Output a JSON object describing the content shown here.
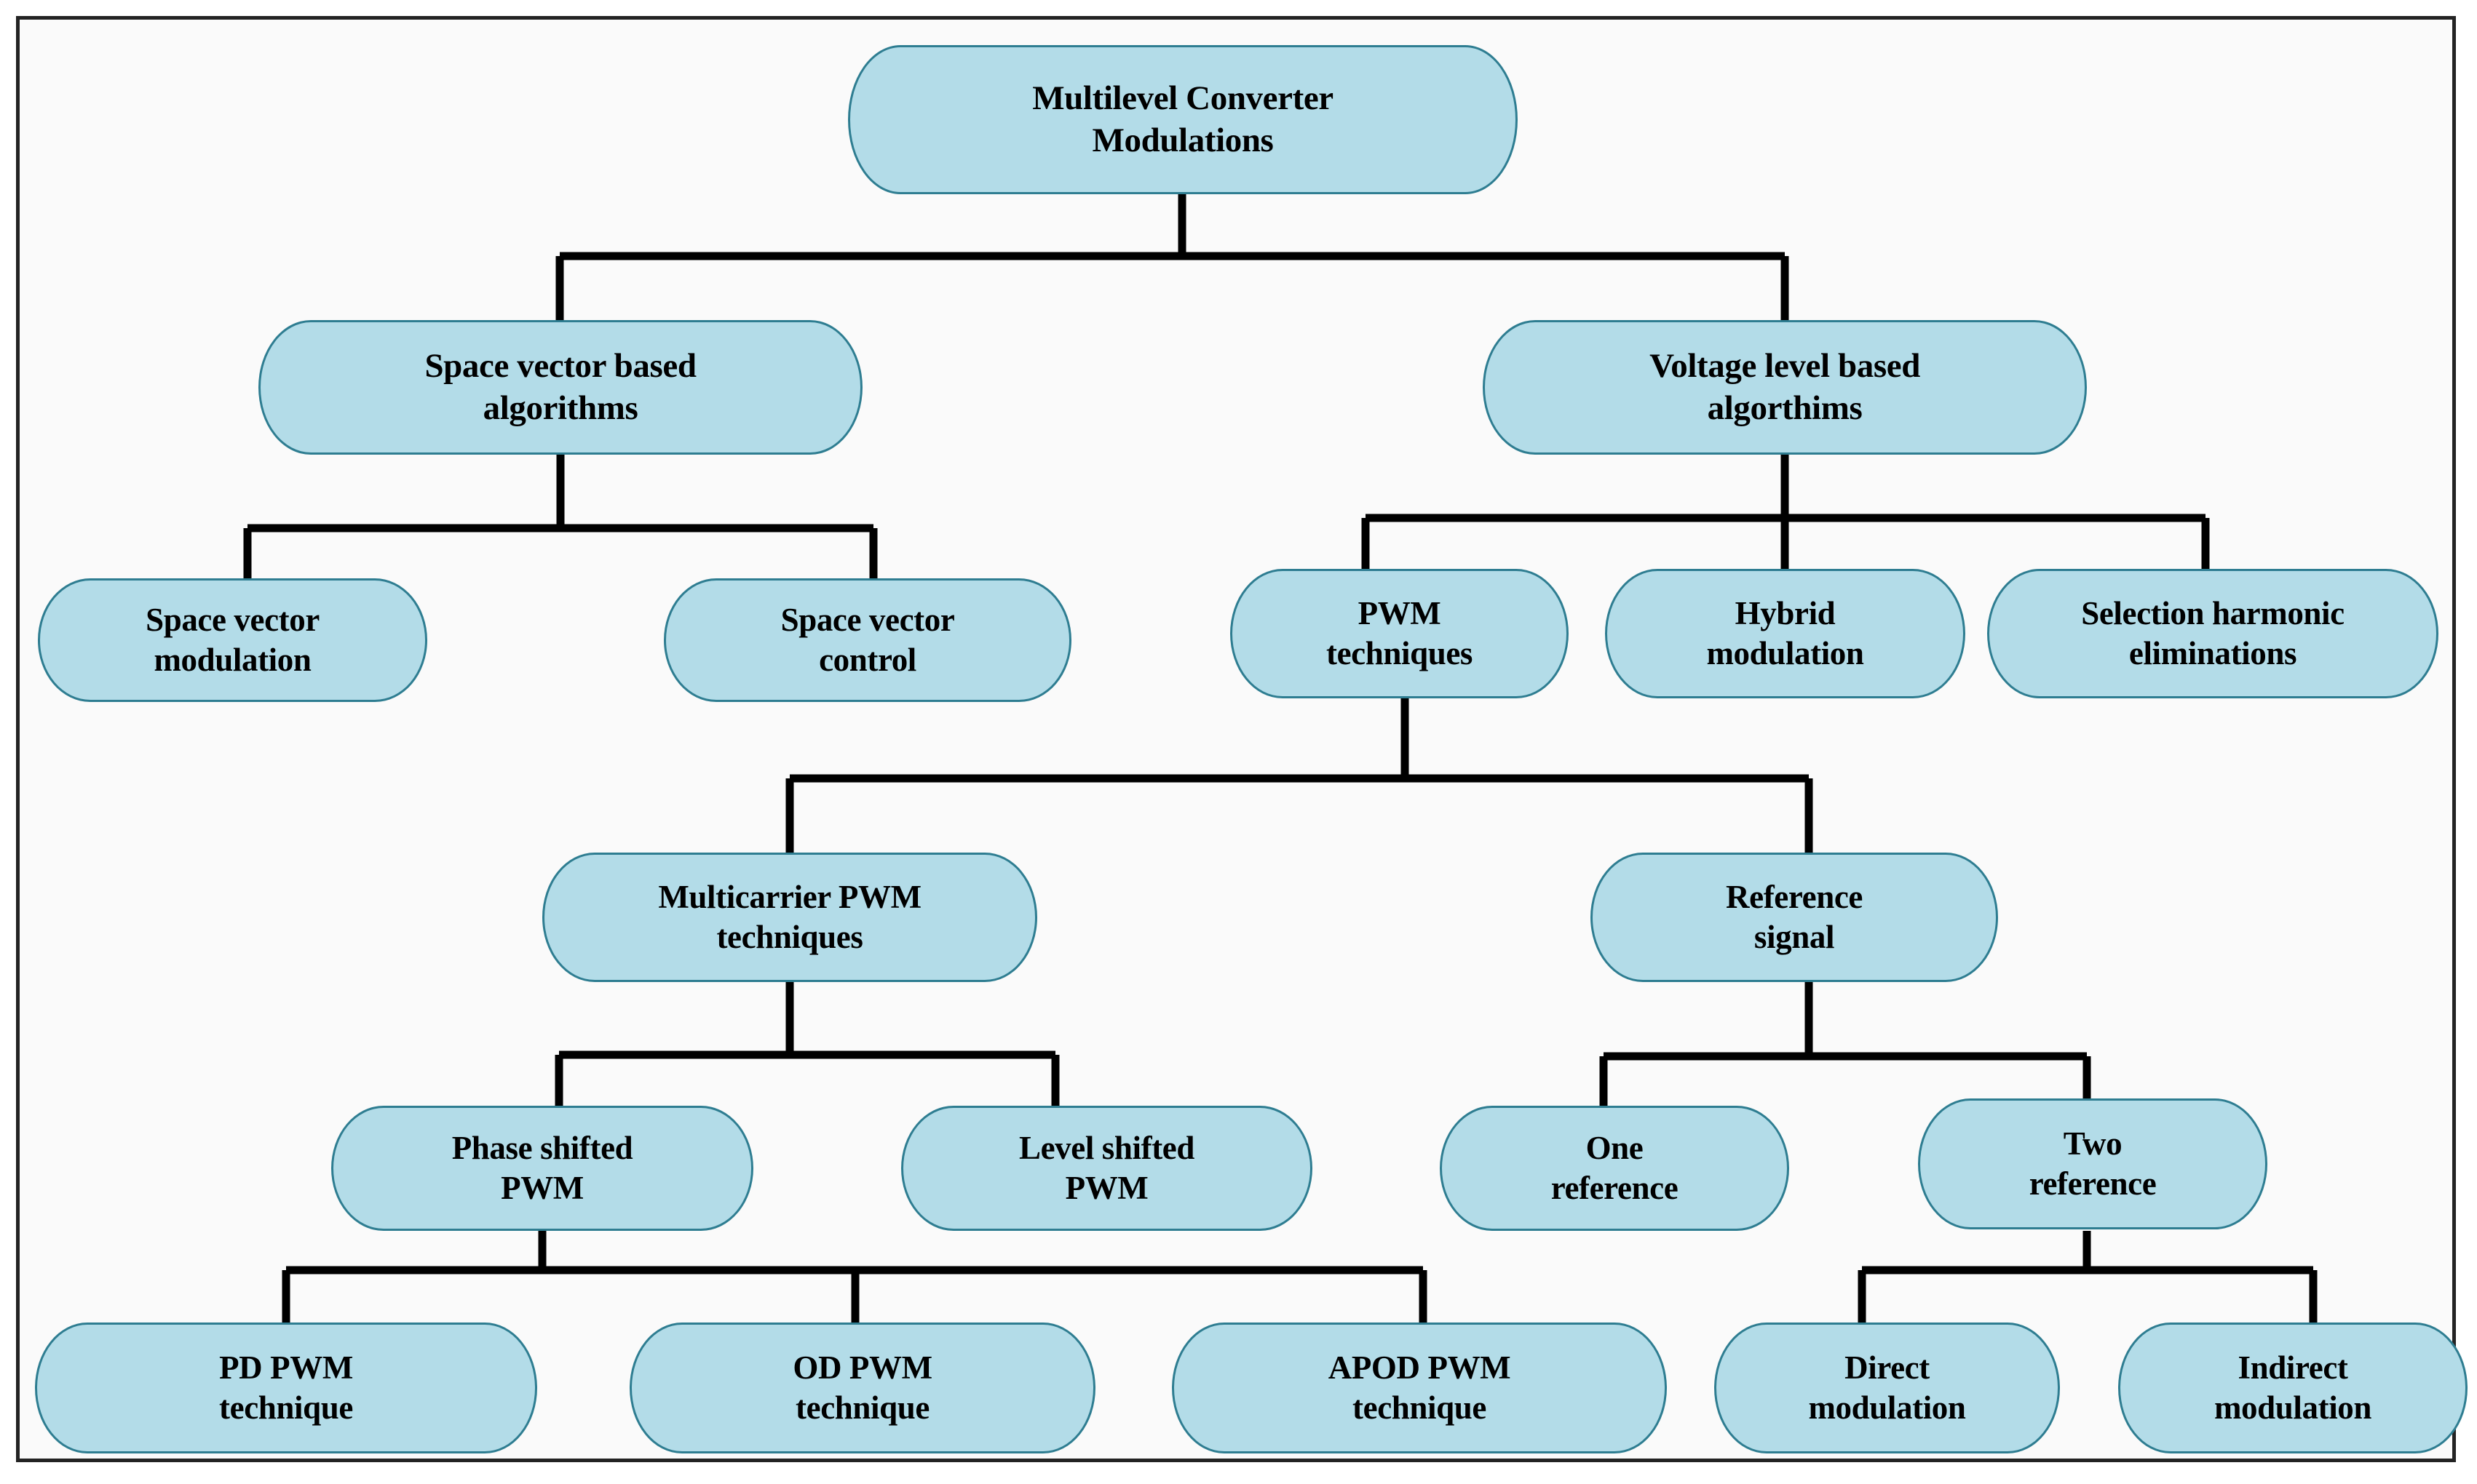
{
  "figure": {
    "title": "Multilevel Converter Modulations classification tree",
    "background_color": "#fafafa",
    "frame_color": "#232323",
    "node_fill": "#b3dce8",
    "node_border": "#2e7d91",
    "connector_color": "#000000",
    "text_color": "#000000"
  },
  "chart_data": {
    "type": "diagram",
    "diagram_type": "hierarchy-tree",
    "orientation": "top-down",
    "levels": 6,
    "node_count": 18,
    "root": "Multilevel Converter Modulations",
    "nodes": [
      {
        "id": "root",
        "label": "Multilevel Converter\nModulations",
        "level": 1,
        "parent": null
      },
      {
        "id": "svb",
        "label": "Space vector based\nalgorithms",
        "level": 2,
        "parent": "root"
      },
      {
        "id": "vlb",
        "label": "Voltage level based\nalgorthims",
        "level": 2,
        "parent": "root"
      },
      {
        "id": "svm",
        "label": "Space vector\nmodulation",
        "level": 3,
        "parent": "svb"
      },
      {
        "id": "svc",
        "label": "Space vector\ncontrol",
        "level": 3,
        "parent": "svb"
      },
      {
        "id": "pwmt",
        "label": "PWM\ntechniques",
        "level": 3,
        "parent": "vlb"
      },
      {
        "id": "hyb",
        "label": "Hybrid\nmodulation",
        "level": 3,
        "parent": "vlb"
      },
      {
        "id": "she",
        "label": "Selection harmonic\neliminations",
        "level": 3,
        "parent": "vlb"
      },
      {
        "id": "mcpwm",
        "label": "Multicarrier PWM\ntechniques",
        "level": 4,
        "parent": "pwmt"
      },
      {
        "id": "refsig",
        "label": "Reference\nsignal",
        "level": 4,
        "parent": "pwmt"
      },
      {
        "id": "psp",
        "label": "Phase shifted\nPWM",
        "level": 5,
        "parent": "mcpwm"
      },
      {
        "id": "lsp",
        "label": "Level shifted\nPWM",
        "level": 5,
        "parent": "mcpwm"
      },
      {
        "id": "oneref",
        "label": "One\nreference",
        "level": 5,
        "parent": "refsig"
      },
      {
        "id": "tworef",
        "label": "Two\nreference",
        "level": 5,
        "parent": "refsig"
      },
      {
        "id": "pdpwm",
        "label": "PD PWM\ntechnique",
        "level": 6,
        "parent": "psp"
      },
      {
        "id": "odpwm",
        "label": "OD PWM\ntechnique",
        "level": 6,
        "parent": "psp"
      },
      {
        "id": "apodpwm",
        "label": "APOD PWM\ntechnique",
        "level": 6,
        "parent": "psp"
      },
      {
        "id": "direct",
        "label": "Direct\nmodulation",
        "level": 6,
        "parent": "tworef"
      },
      {
        "id": "indirect",
        "label": "Indirect\nmodulation",
        "level": 6,
        "parent": "tworef"
      }
    ],
    "edges": [
      {
        "from": "root",
        "to": "svb"
      },
      {
        "from": "root",
        "to": "vlb"
      },
      {
        "from": "svb",
        "to": "svm"
      },
      {
        "from": "svb",
        "to": "svc"
      },
      {
        "from": "vlb",
        "to": "pwmt"
      },
      {
        "from": "vlb",
        "to": "hyb"
      },
      {
        "from": "vlb",
        "to": "she"
      },
      {
        "from": "pwmt",
        "to": "mcpwm"
      },
      {
        "from": "pwmt",
        "to": "refsig"
      },
      {
        "from": "mcpwm",
        "to": "psp"
      },
      {
        "from": "mcpwm",
        "to": "lsp"
      },
      {
        "from": "refsig",
        "to": "oneref"
      },
      {
        "from": "refsig",
        "to": "tworef"
      },
      {
        "from": "psp",
        "to": "pdpwm"
      },
      {
        "from": "psp",
        "to": "odpwm"
      },
      {
        "from": "psp",
        "to": "apodpwm"
      },
      {
        "from": "tworef",
        "to": "direct"
      },
      {
        "from": "tworef",
        "to": "indirect"
      }
    ]
  }
}
